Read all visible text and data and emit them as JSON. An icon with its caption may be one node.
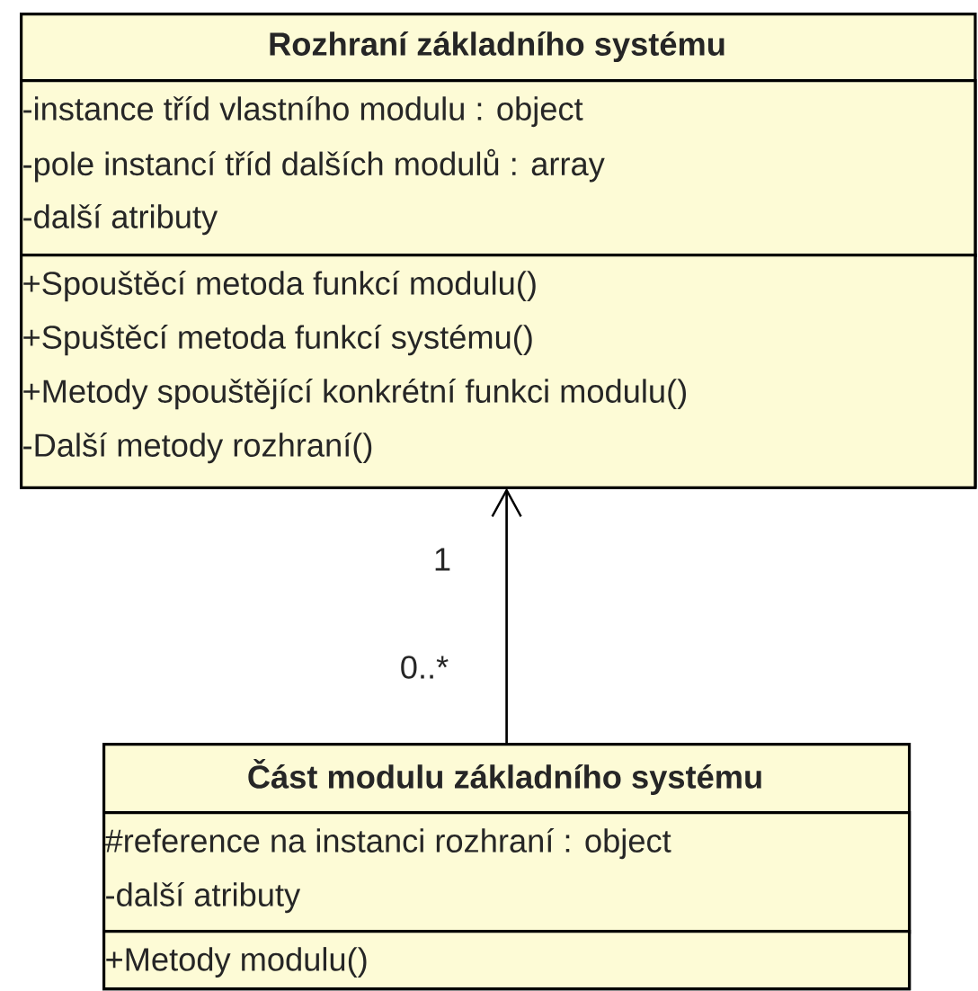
{
  "diagram": {
    "nodes": [
      {
        "text": [
          "Rozhraní základního systému"
        ]
      },
      {
        "text": [
          "-instance tříd vlastního modulu : object",
          "-pole instancí tříd dalších modulů : array",
          "-další atributy"
        ],
        "in": 0
      },
      {
        "text": [
          "+Spouštěcí metoda funkcí modulu()",
          "+Spuštěcí metoda funkcí systému()",
          "+Metody spouštějící konkrétní funkci modulu()",
          "-Další metody rozhraní()"
        ],
        "in": 0
      },
      {
        "text": [
          "Část modulu základního systému"
        ]
      },
      {
        "text": [
          "#reference na instanci rozhraní : object",
          "-další atributy"
        ],
        "in": 3
      },
      {
        "text": [
          "+Metody modulu()"
        ],
        "in": 3
      }
    ],
    "edges": [
      {
        "from": 3,
        "to": 0,
        "arrow": "to"
      }
    ],
    "labels": [
      "1",
      "0..*"
    ]
  }
}
